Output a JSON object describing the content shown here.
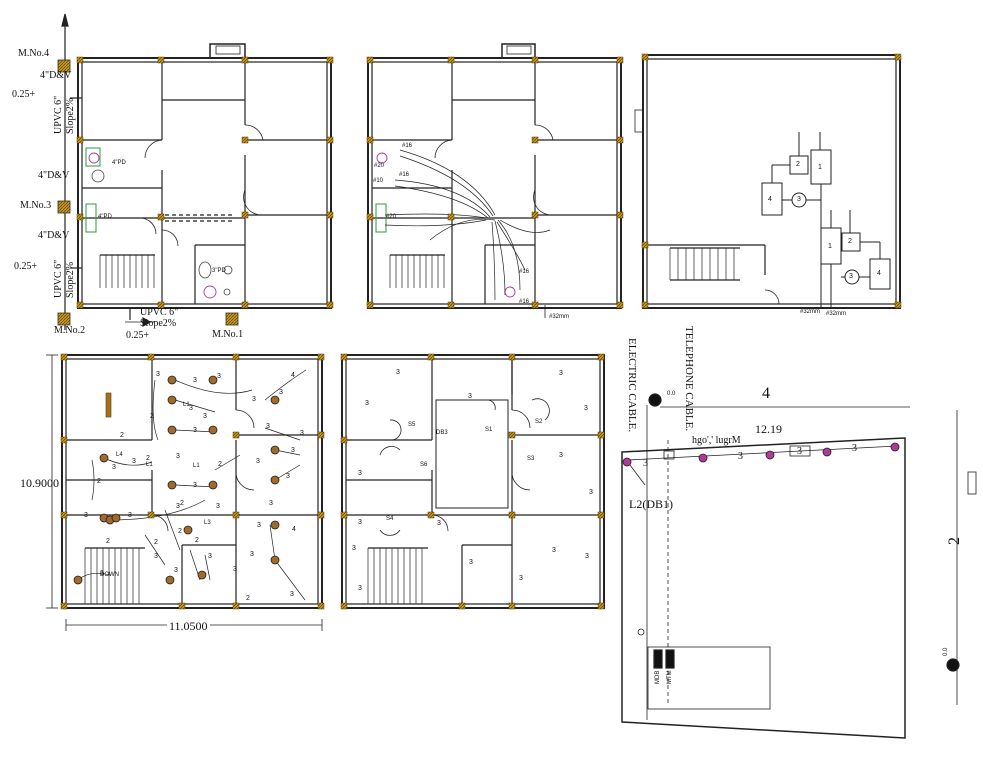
{
  "plan1": {
    "manholes": [
      "M.No.4",
      "M.No.3",
      "M.No.2",
      "M.No.1"
    ],
    "pipes": [
      "4\"D&V",
      "4\"D&V",
      "4\"D&V"
    ],
    "levels": [
      "0.25+",
      "0.25+",
      "0.25+"
    ],
    "upvc": [
      "UPVC 6\"",
      "UPVC 6\"",
      "UPVC 6\""
    ],
    "slopes": [
      "Slope2%",
      "Slope2%",
      "Slope2%"
    ],
    "fixtures": [
      "4\"PD",
      "4\"PD",
      "3\"PD"
    ]
  },
  "plan2": {
    "fixtures": [
      "#16",
      "#20",
      "#16",
      "#10",
      "#20",
      "#16",
      "#16"
    ],
    "pipe_note": "#32mm"
  },
  "plan3": {
    "boxes": [
      "2",
      "1",
      "4",
      "3",
      "1",
      "2",
      "3",
      "4"
    ],
    "pipe_notes": [
      "#32mm",
      "#32mm"
    ]
  },
  "plan4": {
    "height": "10.9000",
    "width": "11.0500",
    "labels": [
      "3",
      "3",
      "3",
      "3",
      "3",
      "3",
      "3",
      "3",
      "3",
      "3",
      "3",
      "3",
      "3",
      "3",
      "3",
      "3",
      "3",
      "3",
      "3",
      "3",
      "3",
      "3",
      "3",
      "3",
      "3",
      "3",
      "3",
      "3",
      "3",
      "3",
      "2",
      "2",
      "2",
      "2",
      "2",
      "2",
      "2",
      "2",
      "2",
      "2",
      "2",
      "4",
      "4"
    ],
    "switches": [
      "L1",
      "L1",
      "L3",
      "L1",
      "L4"
    ],
    "stair": "DOWN"
  },
  "plan5": {
    "switches": [
      "S5",
      "DB3",
      "S1",
      "S2",
      "S6",
      "S3",
      "S4"
    ],
    "labels": [
      "3",
      "3",
      "3",
      "3",
      "3",
      "3",
      "3",
      "3",
      "3",
      "3",
      "3",
      "3",
      "3",
      "3",
      "3",
      "3"
    ]
  },
  "site": {
    "electric": "ELECTRIC CABLE.",
    "telephone": "TELEPHONE CABLE.",
    "level": "0.0",
    "side_top": "4",
    "side_right": "2",
    "length": "12.19",
    "note": "hgo',' lugrM",
    "labels": [
      "3",
      "3",
      "3",
      "3"
    ],
    "db": "L2(DB1)",
    "meter_left": "MDB",
    "meter_right": "MTM",
    "right_level": "0.0"
  }
}
